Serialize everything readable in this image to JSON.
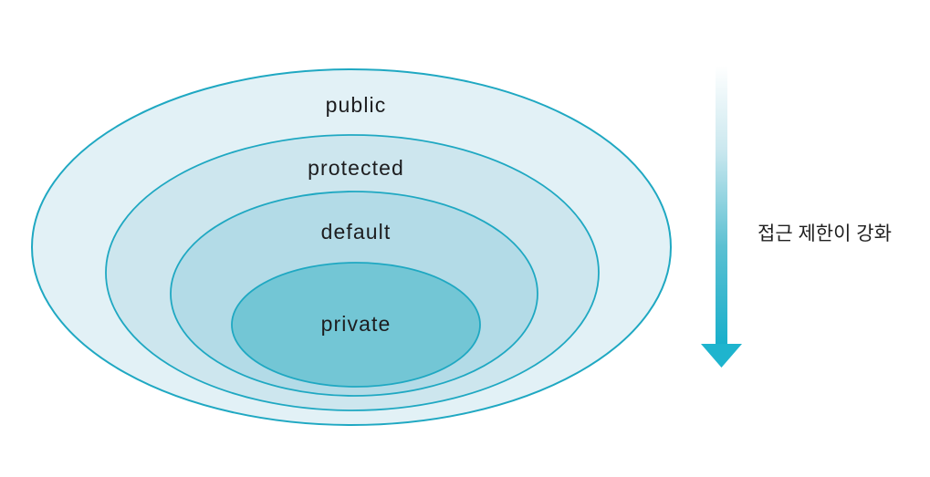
{
  "diagram": {
    "rings": [
      {
        "label": "public",
        "fill": "#E2F1F6"
      },
      {
        "label": "protected",
        "fill": "#CDE6EE"
      },
      {
        "label": "default",
        "fill": "#B3DBE7"
      },
      {
        "label": "private",
        "fill": "#73C6D5"
      }
    ],
    "stroke_color": "#1FA8C2",
    "arrow": {
      "caption": "접근 제한이 강화",
      "gradient_stops": [
        "#FFFFFF",
        "#CBE8EF",
        "#5BC0D2",
        "#18AFCB"
      ],
      "head_color": "#1EB4CE"
    }
  }
}
